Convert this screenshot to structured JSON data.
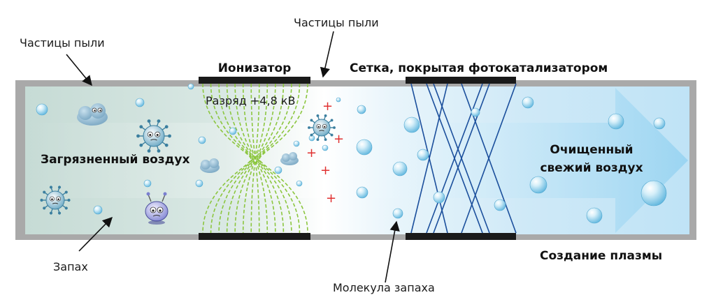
{
  "labels": {
    "dust_particles_left": "Частицы пыли",
    "dust_particles_top": "Частицы пыли",
    "ionizer": "Ионизатор",
    "mesh": "Сетка, покрытая фотокатализатором",
    "discharge": "Разряд +4,8 кВ",
    "polluted_air": "Загрязненный воздух",
    "clean_air_line1": "Очищенный",
    "clean_air_line2": "свежий воздух",
    "odor": "Запах",
    "odor_molecule": "Молекула запаха",
    "plasma": "Создание плазмы",
    "plus_sign": "+"
  },
  "icons": [
    "virus-icon",
    "dust-cloud-icon",
    "molecule-bubble-icon",
    "arrow-icon"
  ],
  "colors": {
    "frame": "#a9a9a9",
    "plate": "#1a1a1a",
    "field_lines": "#8cc63f",
    "mesh_lines": "#1b4f9c",
    "ion_plus": "#e03030",
    "bubble": "#7fc8ea",
    "polluted_tint": "#c8dcd6",
    "clean_tint": "#bfe3f6"
  }
}
